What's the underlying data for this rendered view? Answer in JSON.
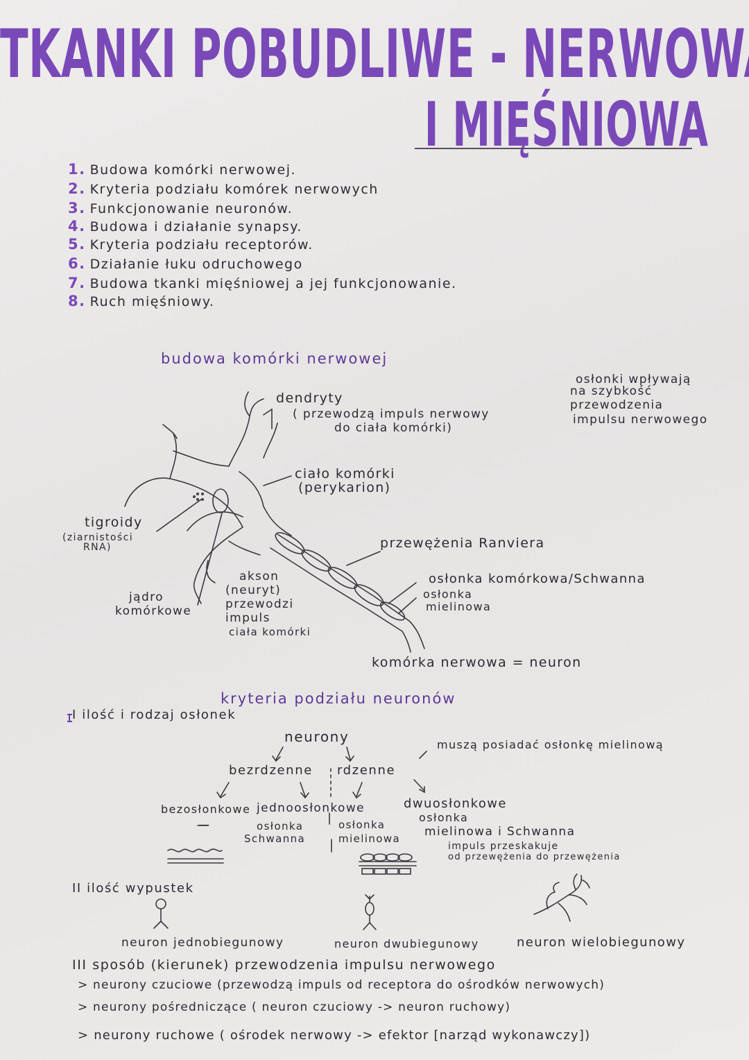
{
  "title": {
    "line1": "TKANKI POBUDLIWE - NERWOWA",
    "line2": "I MIĘŚNIOWA"
  },
  "toc": [
    {
      "num": "1.",
      "text": "Budowa komórki nerwowej."
    },
    {
      "num": "2.",
      "text": "Kryteria podziału komórek nerwowych"
    },
    {
      "num": "3.",
      "text": "Funkcjonowanie neuronów."
    },
    {
      "num": "4.",
      "text": "Budowa i działanie synapsy."
    },
    {
      "num": "5.",
      "text": "Kryteria podziału receptorów."
    },
    {
      "num": "6.",
      "text": "Działanie łuku odruchowego"
    },
    {
      "num": "7.",
      "text": "Budowa tkanki mięśniowej a jej funkcjonowanie."
    },
    {
      "num": "8.",
      "text": "Ruch mięśniowy."
    }
  ],
  "neuron_section": {
    "heading": "budowa komórki nerwowej",
    "dendryty": "dendryty",
    "dendryty_desc1": "( przewodzą impuls nerwowy",
    "dendryty_desc2": "do ciała komórki)",
    "cialo1": "ciało komórki",
    "cialo2": "(perykarion)",
    "tigroidy1": "tigroidy",
    "tigroidy2": "(ziarnistości",
    "tigroidy3": "RNA)",
    "jadro1": "jądro",
    "jadro2": "komórkowe",
    "akson1": "akson",
    "akson2": "(neuryt)",
    "akson3": "przewodzi",
    "akson4": "impuls",
    "akson5": "ciała komórki",
    "ranvier": "przewężenia Ranviera",
    "schwann": "osłonka komórkowa/Schwanna",
    "mielin1": "osłonka",
    "mielin2": "mielinowa",
    "oslonki1": "osłonki wpływają",
    "oslonki2": "na szybkość",
    "oslonki3": "przewodzenia",
    "oslonki4": "impulsu nerwowego",
    "equation": "komórka nerwowa = neuron"
  },
  "criteria_section": {
    "heading": "kryteria podziału neuronów",
    "crit1": "I ilość i rodzaj osłonek",
    "neurony": "neurony",
    "bezrdzenne": "bezrdzenne",
    "rdzenne": "rdzenne",
    "must_have": "muszą posiadać osłonkę mielinową",
    "bezoslonkowe": "bezosłonkowe",
    "jednooslonkowe": "jednoosłonkowe",
    "dash": "—",
    "oslonka_schwanna1": "osłonka",
    "oslonka_schwanna2": "Schwanna",
    "oslonka_mielinowa1": "osłonka",
    "oslonka_mielinowa2": "mielinowa",
    "dwuoslonkowe": "dwuosłonkowe",
    "dwu_desc1": "osłonka",
    "dwu_desc2": "mielinowa i Schwanna",
    "skok1": "impuls przeskakuje",
    "skok2": "od przewężenia do przewężenia",
    "crit2": "II ilość wypustek",
    "jednobiegunowy": "neuron jednobiegunowy",
    "dwubiegunowy": "neuron dwubiegunowy",
    "wielobiegunowy": "neuron wielobiegunowy",
    "crit3": "III sposób (kierunek) przewodzenia impulsu nerwowego",
    "bullet1": "> neurony czuciowe (przewodzą impuls od receptora do ośrodków nerwowych)",
    "bullet2": "> neurony pośredniczące ( neuron czuciowy -> neuron ruchowy)",
    "bullet3": "> neurony ruchowe ( ośrodek nerwowy -> efektor [narząd wykonawczy])"
  }
}
